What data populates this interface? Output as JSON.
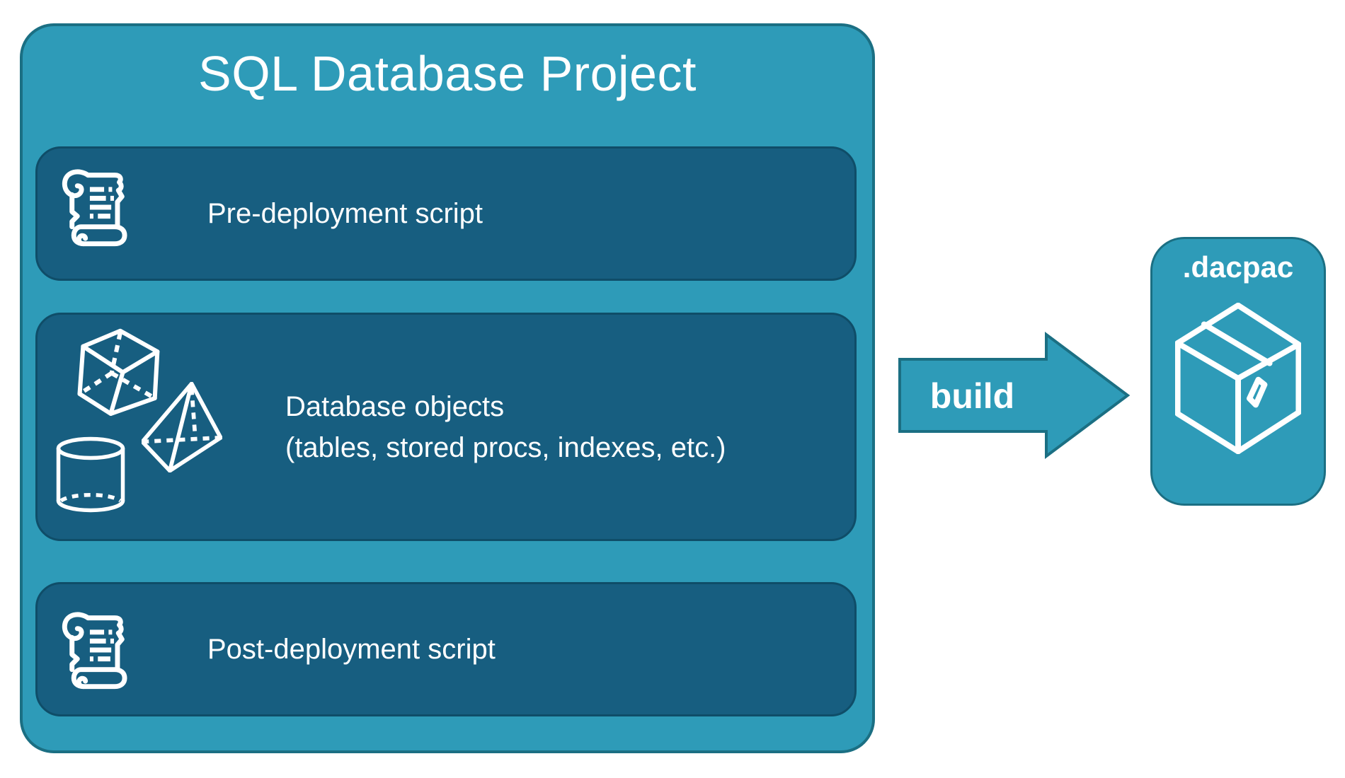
{
  "colors": {
    "teal": "#2E9BB8",
    "teal_border": "#1B6F83",
    "dark": "#175E80",
    "dark_border": "#0F4D68",
    "text": "#FFFFFF",
    "background": "#FFFFFF"
  },
  "project": {
    "title": "SQL Database Project",
    "items": [
      {
        "label": "Pre-deployment script",
        "icon": "scroll-icon"
      },
      {
        "label_line1": "Database objects",
        "label_line2": "(tables, stored procs, indexes, etc.)",
        "icons": [
          "cube-icon",
          "pyramid-icon",
          "cylinder-icon"
        ]
      },
      {
        "label": "Post-deployment script",
        "icon": "scroll-icon"
      }
    ]
  },
  "arrow": {
    "label": "build"
  },
  "output": {
    "label": ".dacpac",
    "icon": "package-icon"
  }
}
